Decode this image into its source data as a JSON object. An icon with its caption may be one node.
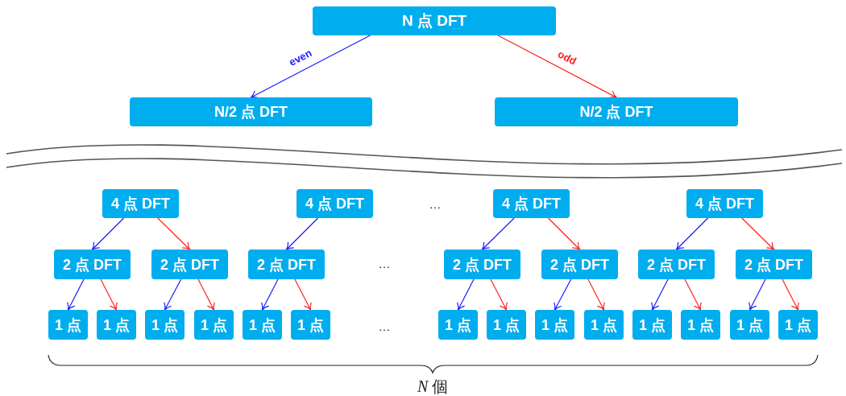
{
  "diagram": {
    "nodes": [
      {
        "text": [
          "N 点 DFT"
        ]
      },
      {
        "text": [
          "N/2 点 DFT"
        ]
      },
      {
        "text": [
          "N/2 点 DFT"
        ]
      },
      {
        "text": [
          "4 点 DFT"
        ]
      },
      {
        "text": [
          "4 点 DFT"
        ]
      },
      {
        "text": [
          "4 点 DFT"
        ]
      },
      {
        "text": [
          "4 点 DFT"
        ]
      },
      {
        "text": [
          "2 点 DFT"
        ]
      },
      {
        "text": [
          "2 点 DFT"
        ]
      },
      {
        "text": [
          "2 点 DFT"
        ]
      },
      {
        "text": [
          "2 点 DFT"
        ]
      },
      {
        "text": [
          "2 点 DFT"
        ]
      },
      {
        "text": [
          "2 点 DFT"
        ]
      },
      {
        "text": [
          "2 点 DFT"
        ]
      },
      {
        "text": [
          "1 点"
        ]
      },
      {
        "text": [
          "1 点"
        ]
      },
      {
        "text": [
          "1 点"
        ]
      },
      {
        "text": [
          "1 点"
        ]
      },
      {
        "text": [
          "1 点"
        ]
      },
      {
        "text": [
          "1 点"
        ]
      },
      {
        "text": [
          "1 点"
        ]
      },
      {
        "text": [
          "1 点"
        ]
      },
      {
        "text": [
          "1 点"
        ]
      },
      {
        "text": [
          "1 点"
        ]
      },
      {
        "text": [
          "1 点"
        ]
      },
      {
        "text": [
          "1 点"
        ]
      },
      {
        "text": [
          "1 点"
        ]
      },
      {
        "text": [
          "1 点"
        ]
      }
    ],
    "edges": [
      {
        "from": 0,
        "to": 1,
        "arrow": "to",
        "label": "even",
        "color": "#1a1aff"
      },
      {
        "from": 0,
        "to": 2,
        "arrow": "to",
        "label": "odd",
        "color": "#ff2020"
      },
      {
        "from": 3,
        "to": 7,
        "arrow": "to",
        "color": "#1a1aff"
      },
      {
        "from": 3,
        "to": 8,
        "arrow": "to",
        "color": "#ff2020"
      },
      {
        "from": 4,
        "to": 9,
        "arrow": "to",
        "color": "#1a1aff"
      },
      {
        "from": 5,
        "to": 10,
        "arrow": "to",
        "color": "#1a1aff"
      },
      {
        "from": 5,
        "to": 11,
        "arrow": "to",
        "color": "#ff2020"
      },
      {
        "from": 6,
        "to": 12,
        "arrow": "to",
        "color": "#1a1aff"
      },
      {
        "from": 6,
        "to": 13,
        "arrow": "to",
        "color": "#ff2020"
      },
      {
        "from": 7,
        "to": 14,
        "arrow": "to",
        "color": "#1a1aff"
      },
      {
        "from": 7,
        "to": 15,
        "arrow": "to",
        "color": "#ff2020"
      },
      {
        "from": 8,
        "to": 16,
        "arrow": "to",
        "color": "#1a1aff"
      },
      {
        "from": 8,
        "to": 17,
        "arrow": "to",
        "color": "#ff2020"
      },
      {
        "from": 9,
        "to": 18,
        "arrow": "to",
        "color": "#1a1aff"
      },
      {
        "from": 9,
        "to": 19,
        "arrow": "to",
        "color": "#ff2020"
      },
      {
        "from": 10,
        "to": 20,
        "arrow": "to",
        "color": "#1a1aff"
      },
      {
        "from": 10,
        "to": 21,
        "arrow": "to",
        "color": "#ff2020"
      },
      {
        "from": 11,
        "to": 22,
        "arrow": "to",
        "color": "#1a1aff"
      },
      {
        "from": 11,
        "to": 23,
        "arrow": "to",
        "color": "#ff2020"
      },
      {
        "from": 12,
        "to": 24,
        "arrow": "to",
        "color": "#1a1aff"
      },
      {
        "from": 12,
        "to": 25,
        "arrow": "to",
        "color": "#ff2020"
      },
      {
        "from": 13,
        "to": 26,
        "arrow": "to",
        "color": "#1a1aff"
      },
      {
        "from": 13,
        "to": 27,
        "arrow": "to",
        "color": "#ff2020"
      }
    ],
    "labels": [
      "…",
      "…",
      "…",
      "*N* 個"
    ]
  }
}
